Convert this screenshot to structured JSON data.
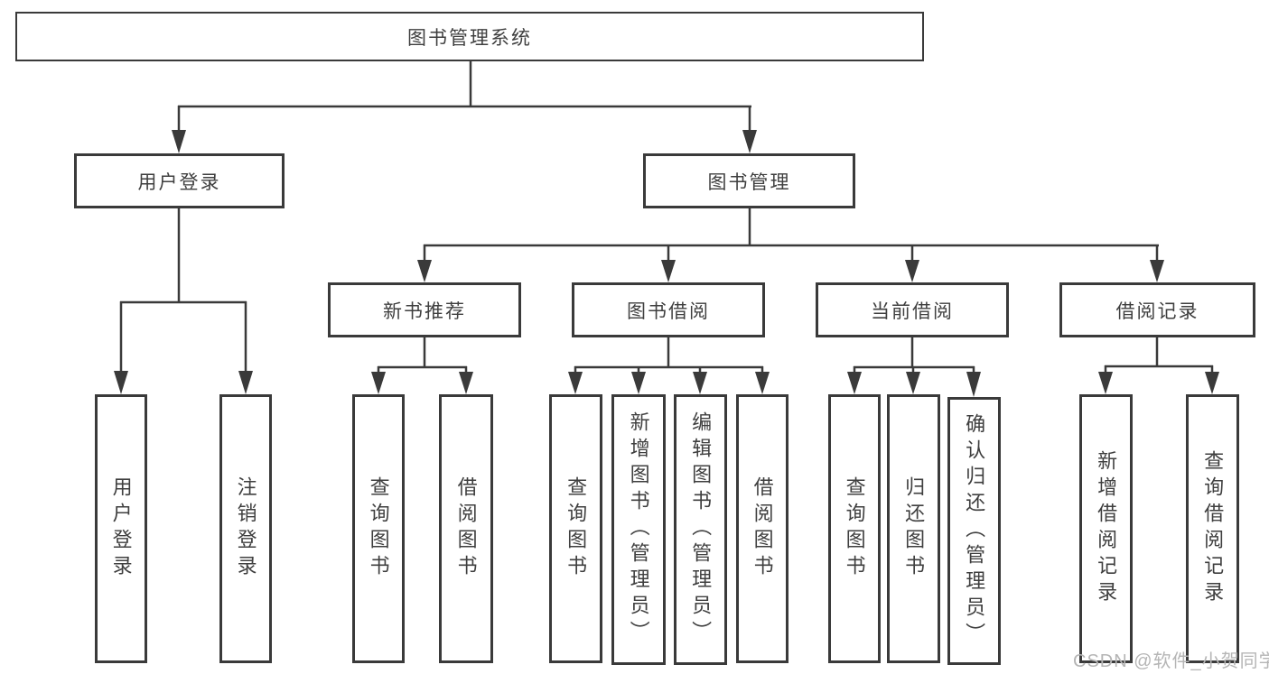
{
  "diagram": {
    "type": "hierarchy-tree",
    "title": "图书管理系统"
  },
  "tree": {
    "label": "图书管理系统",
    "children": [
      {
        "label": "用户登录",
        "children": [
          {
            "label": "用户登录"
          },
          {
            "label": "注销登录"
          }
        ]
      },
      {
        "label": "图书管理",
        "children": [
          {
            "label": "新书推荐",
            "children": [
              {
                "label": "查询图书"
              },
              {
                "label": "借阅图书"
              }
            ]
          },
          {
            "label": "图书借阅",
            "children": [
              {
                "label": "查询图书"
              },
              {
                "label": "新增图书（管理员）"
              },
              {
                "label": "编辑图书（管理员）"
              },
              {
                "label": "借阅图书"
              }
            ]
          },
          {
            "label": "当前借阅",
            "children": [
              {
                "label": "查询图书"
              },
              {
                "label": "归还图书"
              },
              {
                "label": "确认归还（管理员）"
              }
            ]
          },
          {
            "label": "借阅记录",
            "children": [
              {
                "label": "新增借阅记录"
              },
              {
                "label": "查询借阅记录"
              }
            ]
          }
        ]
      }
    ]
  },
  "watermark": {
    "text": "CSDN @软件_小贺同学"
  },
  "colors": {
    "line": "#3a3a3a",
    "text": "#3f3f3f",
    "watermark": "#b5b5b5",
    "background": "#ffffff"
  }
}
